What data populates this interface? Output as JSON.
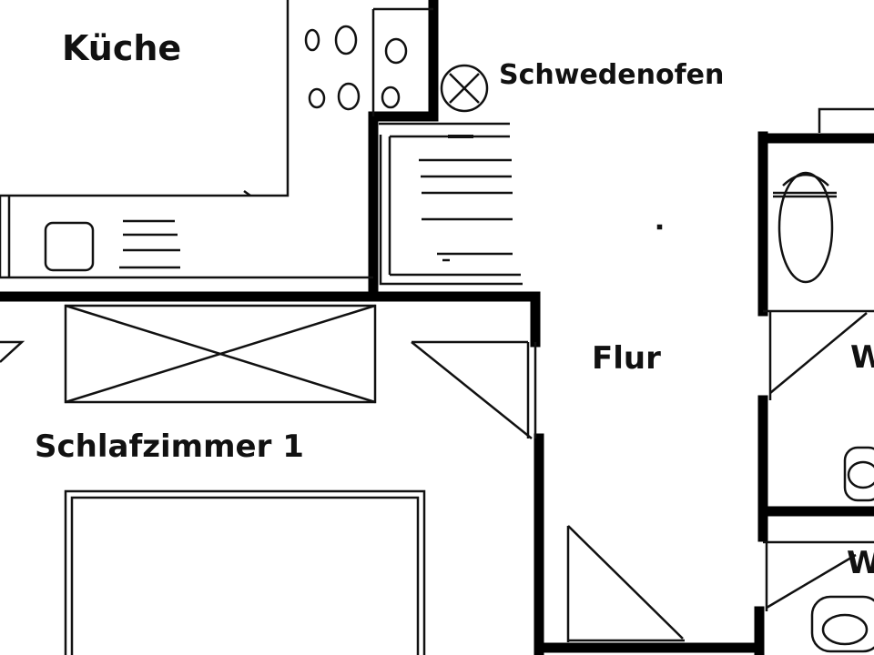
{
  "plan": {
    "colors": {
      "wall": "#000000",
      "line": "#111111",
      "background": "#ffffff"
    },
    "rooms": {
      "kitchen": "Küche",
      "stove": "Schwedenofen",
      "hallway": "Flur",
      "bedroom1": "Schlafzimmer 1",
      "bath_top": "W",
      "bath_bottom": "W"
    },
    "icons": [
      "toilet-icon",
      "sink-icon",
      "stove-icon",
      "hob-icon",
      "bed-icon",
      "wardrobe-icon"
    ]
  }
}
